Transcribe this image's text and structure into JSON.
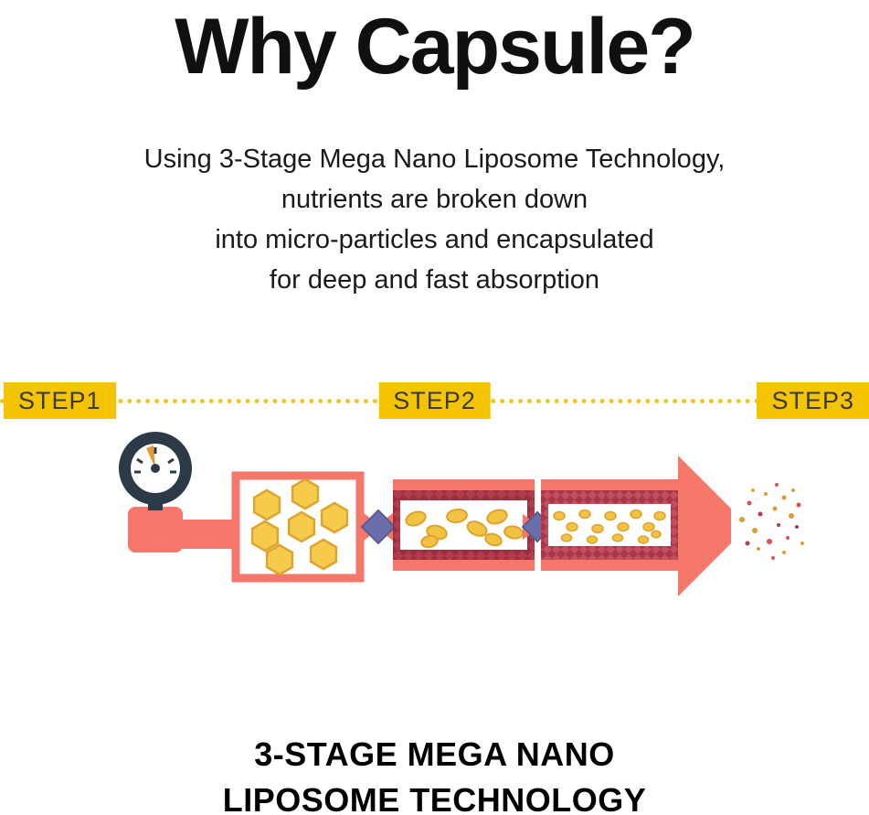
{
  "page": {
    "title": "Why Capsule?",
    "description_lines": [
      "Using 3-Stage Mega Nano Liposome Technology,",
      "nutrients are broken down",
      "into micro-particles and encapsulated",
      "for deep and fast absorption"
    ],
    "steps": [
      {
        "label": "STEP1"
      },
      {
        "label": "STEP2"
      },
      {
        "label": "STEP3"
      }
    ],
    "footer_title_line1": "3-STAGE MEGA NANO",
    "footer_title_line2": "LIPOSOME TECHNOLOGY"
  },
  "colors": {
    "step_badge_bg": "#F5C400",
    "step_badge_text": "#3a3a3a",
    "dotted_line": "#F2C71B",
    "coral": "#F4776A",
    "navy_gauge": "#2C3A47",
    "hexagon_yellow": "#F6CA4A",
    "hexagon_outline": "#DFA42F",
    "maroon_chamber": "#B23C4C",
    "maroon_dark": "#9A2F40",
    "purple_diamond": "#6B6FA9",
    "spray_orange": "#E09A3B",
    "spray_red": "#D9534F",
    "title_text": "#101010",
    "body_text": "#1a1a1a"
  }
}
